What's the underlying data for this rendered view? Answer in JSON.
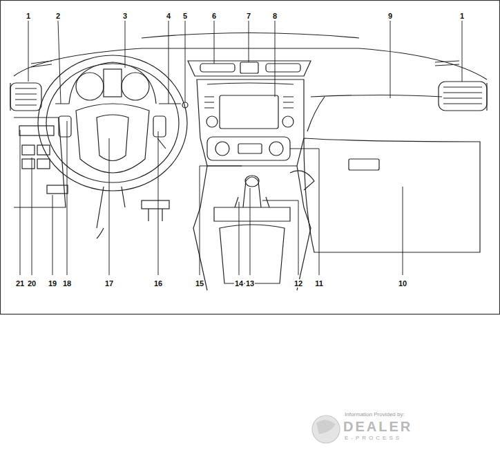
{
  "diagram": {
    "labels": [
      "1",
      "2",
      "3",
      "4",
      "5",
      "6",
      "7",
      "8",
      "9",
      "1",
      "21",
      "20",
      "19",
      "18",
      "17",
      "16",
      "15",
      "14",
      "13",
      "12",
      "11",
      "10",
      "Information Provided by:",
      "DEALER",
      "E-PROCESS"
    ]
  }
}
